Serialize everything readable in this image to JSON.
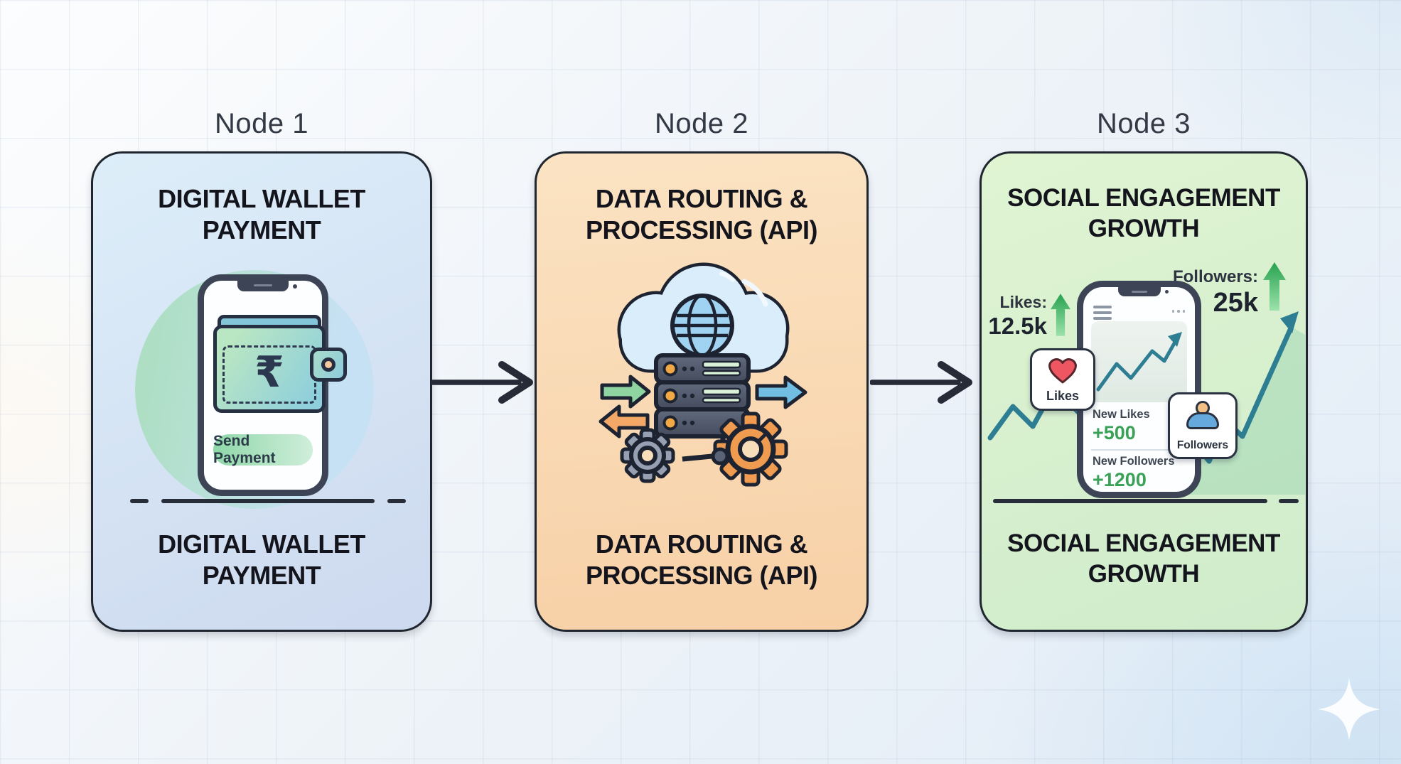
{
  "diagram": {
    "nodes": [
      {
        "label": "Node 1",
        "title": "DIGITAL WALLET PAYMENT",
        "caption": "DIGITAL WALLET PAYMENT",
        "phone": {
          "button": "Send Payment",
          "currency_symbol": "₹"
        }
      },
      {
        "label": "Node 2",
        "title": "DATA ROUTING & PROCESSING (API)",
        "caption": "DATA ROUTING & PROCESSING (API)"
      },
      {
        "label": "Node 3",
        "title": "SOCIAL ENGAGEMENT GROWTH",
        "caption": "SOCIAL ENGAGEMENT GROWTH",
        "stats": {
          "likes_label": "Likes:",
          "likes_value": "12.5k",
          "followers_label": "Followers:",
          "followers_value": "25k"
        },
        "phone_screen": {
          "new_likes_label": "New Likes",
          "new_likes_value": "+500",
          "new_followers_label": "New Followers",
          "new_followers_value": "+1200"
        },
        "badges": {
          "likes": "Likes",
          "followers": "Followers"
        }
      }
    ],
    "colors": {
      "node1_card": "#d6e7f5",
      "node2_card": "#f9dab2",
      "node3_card": "#d8f0cd",
      "outline": "#20262f",
      "accent_green_arrow": "#8fd5a1",
      "accent_orange_arrow": "#f3a868",
      "accent_blue_arrow": "#72bee2",
      "gear_gray": "#96a0b2",
      "gear_orange": "#f09c50",
      "chart_teal": "#2e7e93",
      "stat_green": "#2fa955",
      "value_green": "#3aa257",
      "heart_red": "#ee5661",
      "cloud_blue": "#d9edfb",
      "phone_frame": "#3d4456"
    },
    "icons": {
      "flow-arrow": "→",
      "up-arrow": "↑",
      "heart": "♥",
      "user": "👤",
      "cloud": "☁",
      "globe": "🌐",
      "gear": "⚙",
      "server": "🖥",
      "wallet": "👛",
      "phone": "📱",
      "rupee": "₹",
      "hamburger": "≡",
      "more-options": "⋯",
      "sparkle": "✦"
    }
  }
}
